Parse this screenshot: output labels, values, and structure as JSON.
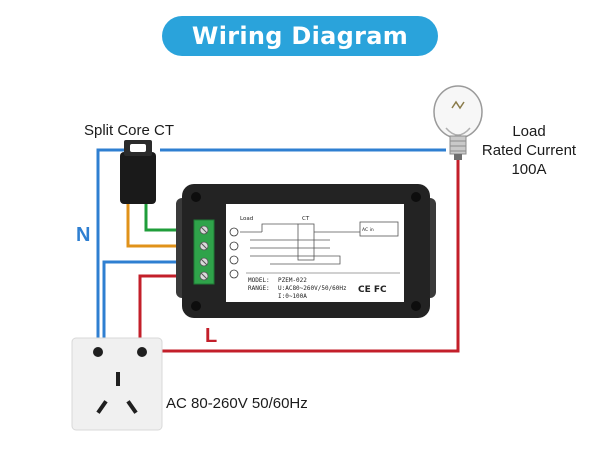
{
  "title": "Wiring Diagram",
  "labels": {
    "ct": "Split Core CT",
    "load_line1": "Load",
    "load_line2": "Rated Current",
    "load_line3": "100A",
    "neutral": "N",
    "line": "L",
    "ac_supply": "AC 80-260V 50/60Hz"
  },
  "meter": {
    "panel_load": "Load",
    "panel_ct": "CT",
    "panel_sub": "AC in",
    "model_key": "MODEL:",
    "model_value": "PZEM-022",
    "range_key": "RANGE:",
    "range_u": "U:AC80~260V/50/60Hz",
    "range_i": "I:0~100A",
    "marks": "CE FC"
  },
  "colors": {
    "title_bg": "#2aa3db",
    "neutral_wire": "#2f7fd1",
    "line_wire": "#c31f2a",
    "ct_wire_green": "#1f9d3a",
    "ct_wire_orange": "#e0921a",
    "meter_body": "#232323",
    "terminal_block": "#2fa34a"
  },
  "icons": [
    "light-bulb-icon",
    "split-core-ct-icon",
    "power-meter-icon",
    "wall-socket-icon"
  ]
}
